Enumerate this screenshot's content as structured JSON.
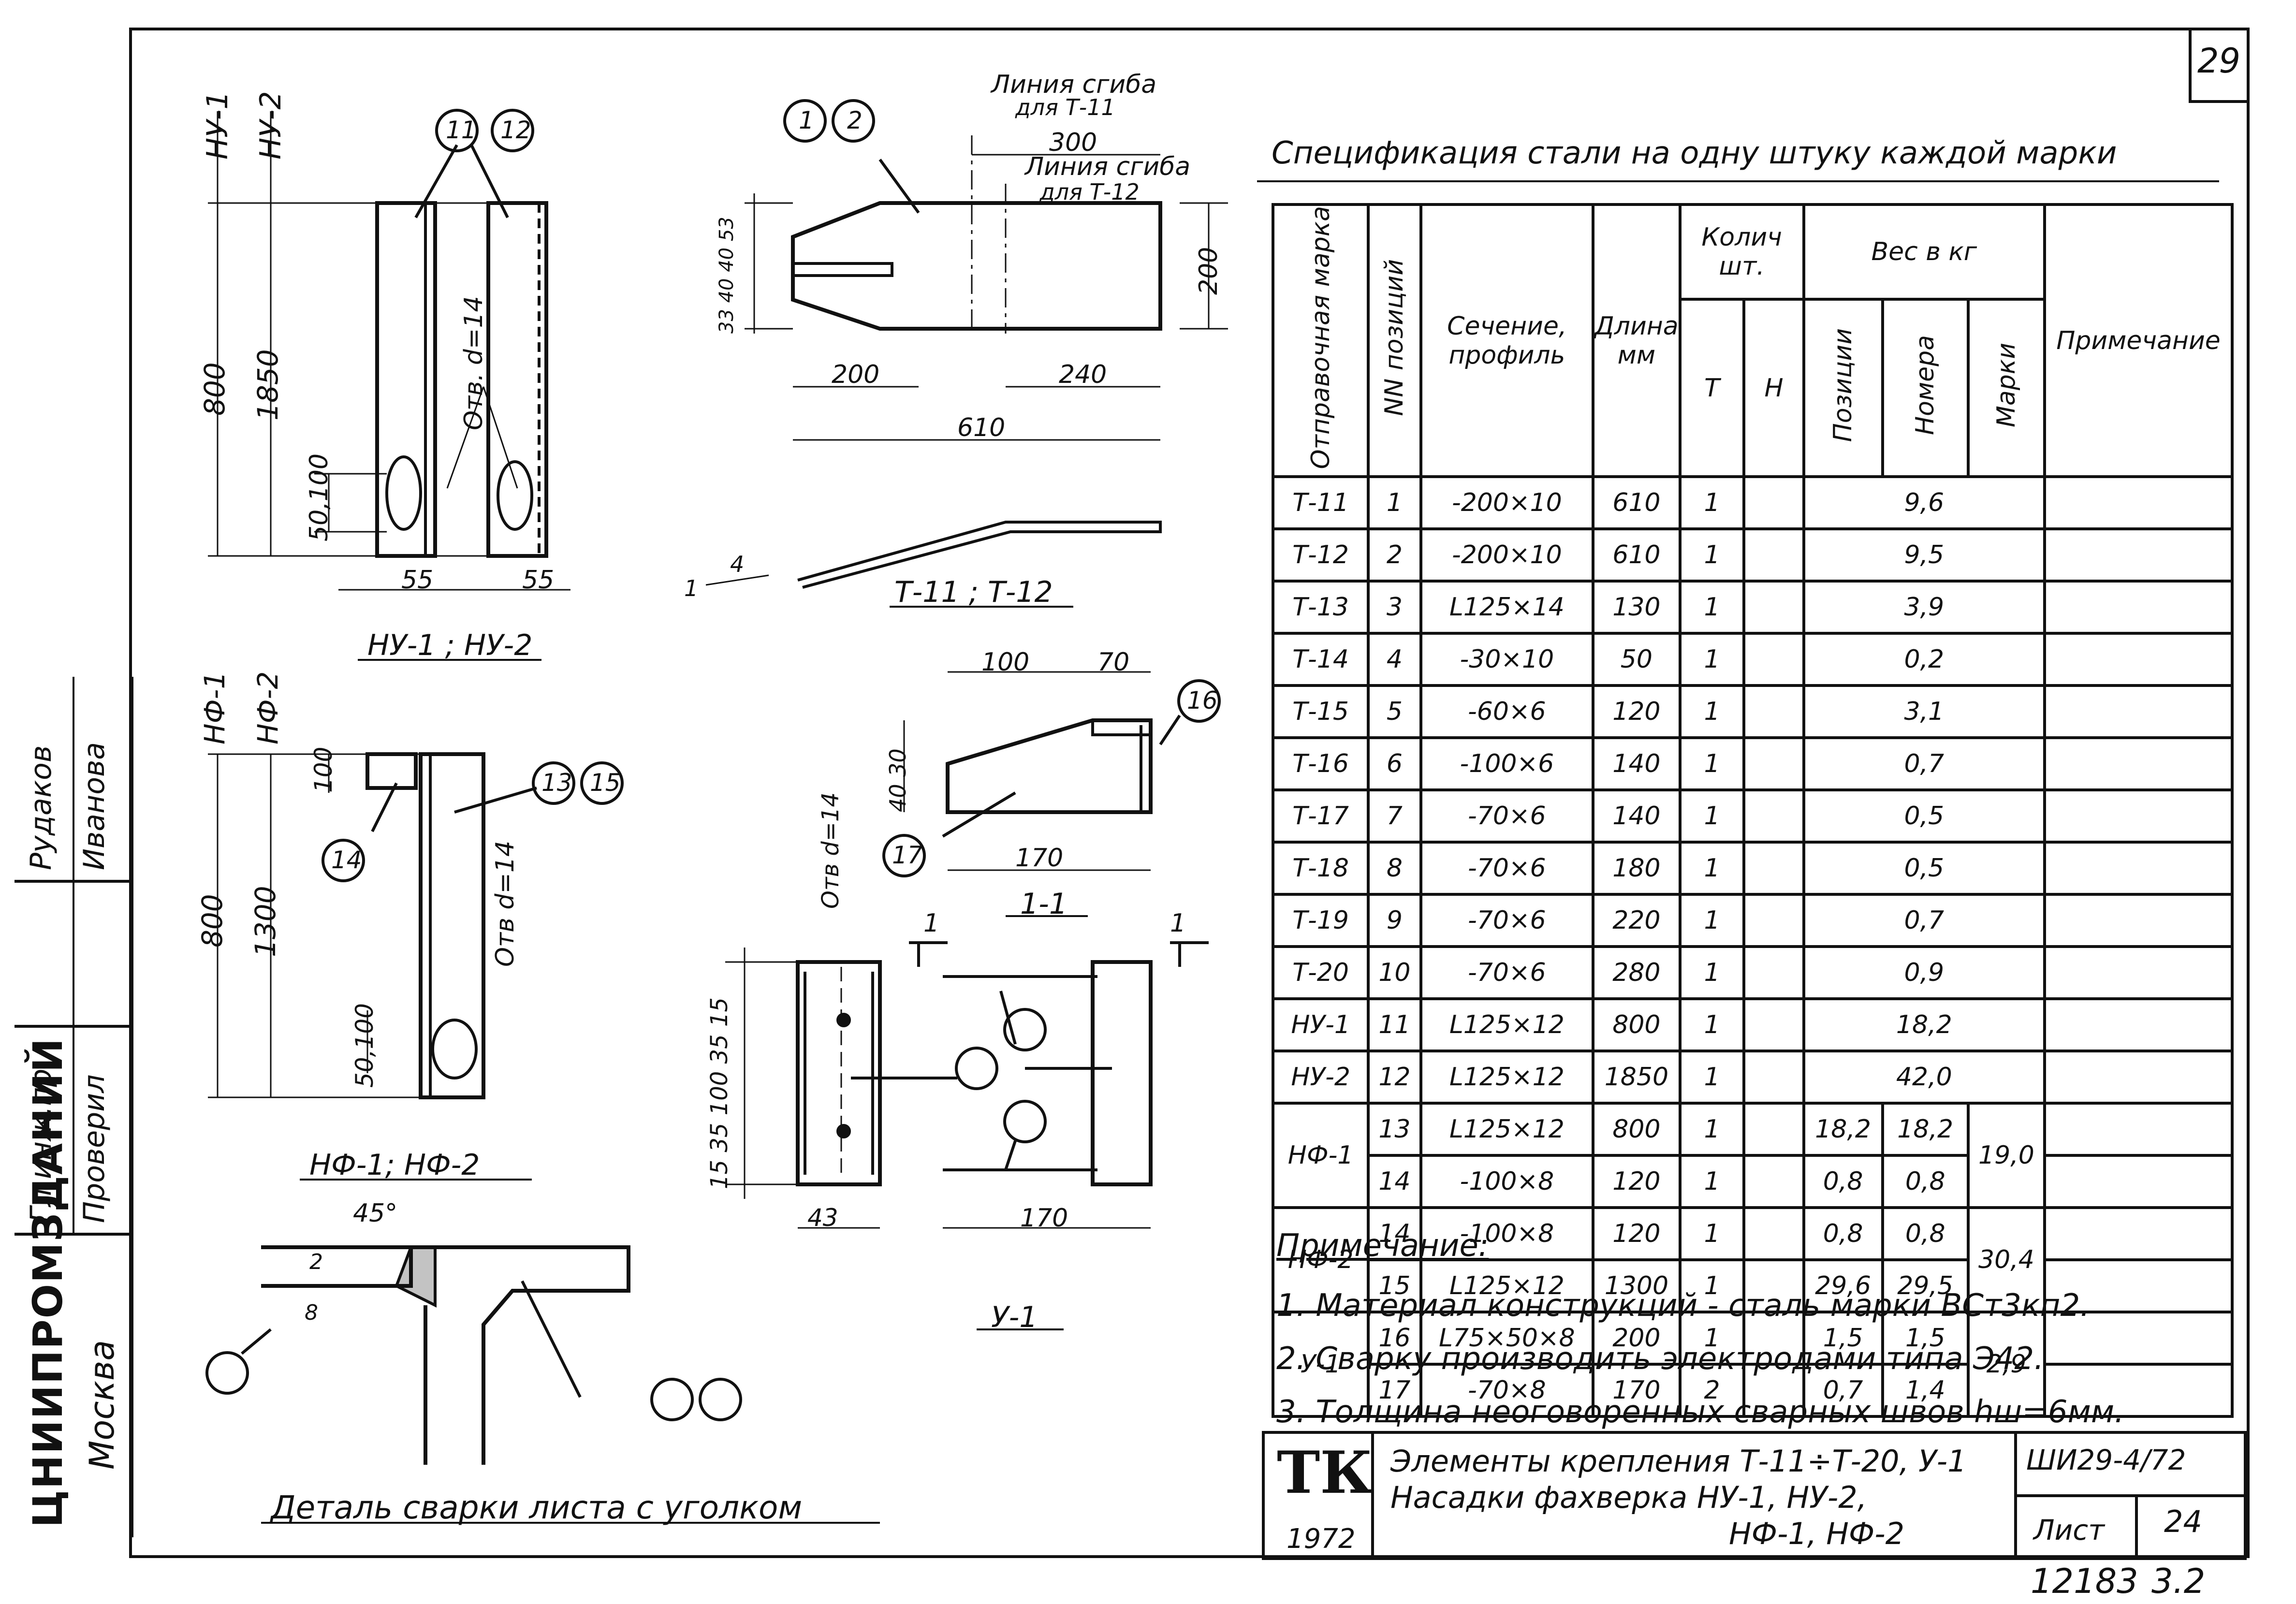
{
  "sheet_number": "29",
  "spec_title": "Спецификация стали на одну штуку каждой марки",
  "spec_table": {
    "headers": {
      "mark": "Отправочная марка",
      "pos": "NN позиций",
      "section": "Сечение, профиль",
      "length": "Длина",
      "length_unit": "мм",
      "qty": "Колич шт.",
      "qty_t": "Т",
      "qty_n": "Н",
      "weight": "Вес в кг",
      "w_pos": "Позиции",
      "w_num": "Номера",
      "w_mark": "Марки",
      "note": "Примечание"
    },
    "rows": [
      {
        "mark": "Т-11",
        "pos": "1",
        "section": "-200×10",
        "length": "610",
        "t": "1",
        "w": "9,6"
      },
      {
        "mark": "Т-12",
        "pos": "2",
        "section": "-200×10",
        "length": "610",
        "t": "1",
        "w": "9,5"
      },
      {
        "mark": "Т-13",
        "pos": "3",
        "section": "L125×14",
        "length": "130",
        "t": "1",
        "w": "3,9"
      },
      {
        "mark": "Т-14",
        "pos": "4",
        "section": "-30×10",
        "length": "50",
        "t": "1",
        "w": "0,2"
      },
      {
        "mark": "Т-15",
        "pos": "5",
        "section": "-60×6",
        "length": "120",
        "t": "1",
        "w": "3,1"
      },
      {
        "mark": "Т-16",
        "pos": "6",
        "section": "-100×6",
        "length": "140",
        "t": "1",
        "w": "0,7"
      },
      {
        "mark": "Т-17",
        "pos": "7",
        "section": "-70×6",
        "length": "140",
        "t": "1",
        "w": "0,5"
      },
      {
        "mark": "Т-18",
        "pos": "8",
        "section": "-70×6",
        "length": "180",
        "t": "1",
        "w": "0,5"
      },
      {
        "mark": "Т-19",
        "pos": "9",
        "section": "-70×6",
        "length": "220",
        "t": "1",
        "w": "0,7"
      },
      {
        "mark": "Т-20",
        "pos": "10",
        "section": "-70×6",
        "length": "280",
        "t": "1",
        "w": "0,9"
      },
      {
        "mark": "НУ-1",
        "pos": "11",
        "section": "L125×12",
        "length": "800",
        "t": "1",
        "w": "18,2"
      },
      {
        "mark": "НУ-2",
        "pos": "12",
        "section": "L125×12",
        "length": "1850",
        "t": "1",
        "w": "42,0"
      }
    ],
    "groups": [
      {
        "mark": "НФ-1",
        "total": "19,0",
        "rows": [
          {
            "pos": "13",
            "section": "L125×12",
            "length": "800",
            "t": "1",
            "wp": "18,2",
            "wn": "18,2"
          },
          {
            "pos": "14",
            "section": "-100×8",
            "length": "120",
            "t": "1",
            "wp": "0,8",
            "wn": "0,8"
          }
        ]
      },
      {
        "mark": "НФ-2",
        "total": "30,4",
        "rows": [
          {
            "pos": "14",
            "section": "-100×8",
            "length": "120",
            "t": "1",
            "wp": "0,8",
            "wn": "0,8"
          },
          {
            "pos": "15",
            "section": "L125×12",
            "length": "1300",
            "t": "1",
            "wp": "29,6",
            "wn": "29,5"
          }
        ]
      },
      {
        "mark": "У-1",
        "total": "2,9",
        "rows": [
          {
            "pos": "16",
            "section": "L75×50×8",
            "length": "200",
            "t": "1",
            "wp": "1,5",
            "wn": "1,5"
          },
          {
            "pos": "17",
            "section": "-70×8",
            "length": "170",
            "t": "2",
            "wp": "0,7",
            "wn": "1,4"
          }
        ]
      }
    ]
  },
  "notes": {
    "title": "Примечание:",
    "items": [
      "1. Материал конструкций - сталь марки ВСт3кп2.",
      "2. Сварку производить электродами типа Э42.",
      "3. Толщина неоговоренных сварных швов hш=6мм."
    ]
  },
  "title_block": {
    "logo": "ТК",
    "year": "1972",
    "desc_line1": "Элементы крепления Т-11÷Т-20, У-1",
    "desc_line2": "Насадки фахверка НУ-1, НУ-2,",
    "desc_line3": "НФ-1, НФ-2",
    "code": "ШИ29-4/72",
    "list_label": "Лист",
    "list_num": "24"
  },
  "footer_number": "12183",
  "footer_extra": "3.2",
  "side": {
    "org": "ЦНИИПРОМЗДАНИЙ",
    "city": "Москва",
    "role1": "Гл.инж.пр.",
    "role2": "Проверил",
    "name1": "Рудаков",
    "name2": "Иванова"
  },
  "drawings": {
    "ny_caption": "НУ-1 ; НУ-2",
    "ny1": "НУ-1",
    "ny2": "НУ-2",
    "ny_d800": "800",
    "ny_d1850": "1850",
    "ny_d50": "50,100",
    "ny_d55a": "55",
    "ny_d55b": "55",
    "ny_hole": "Отв. d=14",
    "b11": "11",
    "b12": "12",
    "t_caption": "Т-11 ; Т-12",
    "bend1": "Линия сгиба",
    "bend1b": "для Т-11",
    "bend2": "Линия сгиба",
    "bend2b": "для Т-12",
    "t_300": "300",
    "t_200": "200",
    "t_240": "240",
    "t_610": "610",
    "t_200h": "200",
    "t_left": "33 40 40 53",
    "t_4": "4",
    "t_1": "1",
    "b1": "1",
    "b2": "2",
    "nf_caption": "НФ-1; НФ-2",
    "nf1": "НФ-1",
    "nf2": "НФ-2",
    "nf_100": "100",
    "nf_800": "800",
    "nf_1300": "1300",
    "nf_50": "50,100",
    "nf_hole": "Отв d=14",
    "b13": "13",
    "b15": "15",
    "b14": "14",
    "s11_caption": "1-1",
    "s11_100": "100",
    "s11_70": "70",
    "s11_170": "170",
    "s11_4030": "40 30",
    "b16": "16",
    "b17": "17",
    "u1_caption": "У-1",
    "u1_hole": "Отв d=14",
    "u1_dims": "15 35 100 35 15",
    "u1_43": "43",
    "u1_170": "170",
    "u1_cut": "1",
    "weld_caption": "Деталь сварки листа с уголком",
    "weld_45": "45°",
    "weld_2": "2",
    "weld_8": "8"
  }
}
